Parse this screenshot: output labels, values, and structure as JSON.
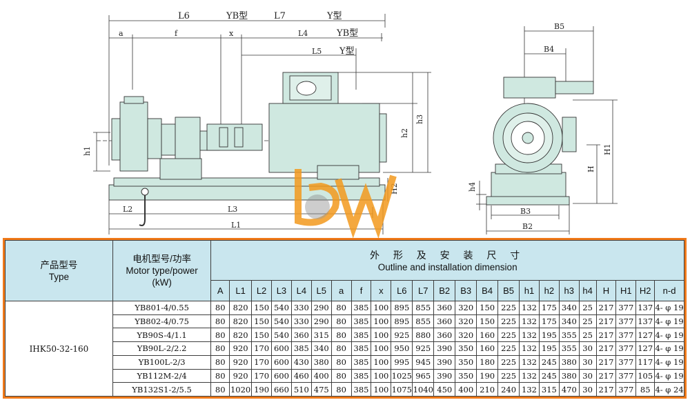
{
  "drawing_labels": {
    "L6": "L6",
    "YB1": "YB型",
    "L7": "L7",
    "Y1": "Y型",
    "a": "a",
    "f": "f",
    "x": "x",
    "L4": "L4",
    "YB2": "YB型",
    "L5": "L5",
    "Y2": "Y型",
    "h1": "h1",
    "h2": "h2",
    "h3": "h3",
    "H2": "H2",
    "A": "A",
    "nd": "n-d",
    "L2": "L2",
    "L3": "L3",
    "L1": "L1",
    "B5": "B5",
    "B4": "B4",
    "h4": "h4",
    "H": "H",
    "H1": "H1",
    "B3": "B3",
    "B2": "B2"
  },
  "colors": {
    "table_border": "#f07a1a",
    "header_bg": "#c9e6ee",
    "machine_fill": "#cfe8e0",
    "logo_orange": "#f39a1e"
  },
  "table": {
    "type_header_cn": "产品型号",
    "type_header_en": "Type",
    "motor_header_cn": "电机型号/功率",
    "motor_header_en": "Motor type/power",
    "motor_header_unit": "(kW)",
    "dim_title_cn": "外 形 及 安 装 尺 寸",
    "dim_title_en": "Outline and installation dimension",
    "columns": [
      "A",
      "L1",
      "L2",
      "L3",
      "L4",
      "L5",
      "a",
      "f",
      "x",
      "L6",
      "L7",
      "B2",
      "B3",
      "B4",
      "B5",
      "h1",
      "h2",
      "h3",
      "h4",
      "H",
      "H1",
      "H2",
      "n-d"
    ],
    "type_value": "IHK50-32-160",
    "rows": [
      {
        "motor": "YB801-4/0.55",
        "vals": [
          "80",
          "820",
          "150",
          "540",
          "330",
          "290",
          "80",
          "385",
          "100",
          "895",
          "855",
          "360",
          "320",
          "150",
          "225",
          "132",
          "175",
          "340",
          "25",
          "217",
          "377",
          "137",
          "4- φ 19"
        ]
      },
      {
        "motor": "YB802-4/0.75",
        "vals": [
          "80",
          "820",
          "150",
          "540",
          "330",
          "290",
          "80",
          "385",
          "100",
          "895",
          "855",
          "360",
          "320",
          "150",
          "225",
          "132",
          "175",
          "340",
          "25",
          "217",
          "377",
          "137",
          "4- φ 19"
        ]
      },
      {
        "motor": "YB90S-4/1.1",
        "vals": [
          "80",
          "820",
          "150",
          "540",
          "360",
          "315",
          "80",
          "385",
          "100",
          "925",
          "880",
          "360",
          "320",
          "160",
          "225",
          "132",
          "195",
          "355",
          "25",
          "217",
          "377",
          "127",
          "4- φ 19"
        ]
      },
      {
        "motor": "YB90L-2/2.2",
        "vals": [
          "80",
          "920",
          "170",
          "600",
          "385",
          "340",
          "80",
          "385",
          "100",
          "950",
          "925",
          "390",
          "350",
          "160",
          "225",
          "132",
          "195",
          "355",
          "30",
          "217",
          "377",
          "127",
          "4- φ 19"
        ]
      },
      {
        "motor": "YB100L-2/3",
        "vals": [
          "80",
          "920",
          "170",
          "600",
          "430",
          "380",
          "80",
          "385",
          "100",
          "995",
          "945",
          "390",
          "350",
          "180",
          "225",
          "132",
          "245",
          "380",
          "30",
          "217",
          "377",
          "117",
          "4- φ 19"
        ]
      },
      {
        "motor": "YB112M-2/4",
        "vals": [
          "80",
          "920",
          "170",
          "600",
          "460",
          "400",
          "80",
          "385",
          "100",
          "1025",
          "965",
          "390",
          "350",
          "190",
          "225",
          "132",
          "245",
          "380",
          "30",
          "217",
          "377",
          "105",
          "4- φ 19"
        ]
      },
      {
        "motor": "YB132S1-2/5.5",
        "vals": [
          "80",
          "1020",
          "190",
          "660",
          "510",
          "475",
          "80",
          "385",
          "100",
          "1075",
          "1040",
          "450",
          "400",
          "210",
          "240",
          "132",
          "315",
          "470",
          "30",
          "217",
          "377",
          "85",
          "4- φ 24"
        ]
      }
    ]
  }
}
